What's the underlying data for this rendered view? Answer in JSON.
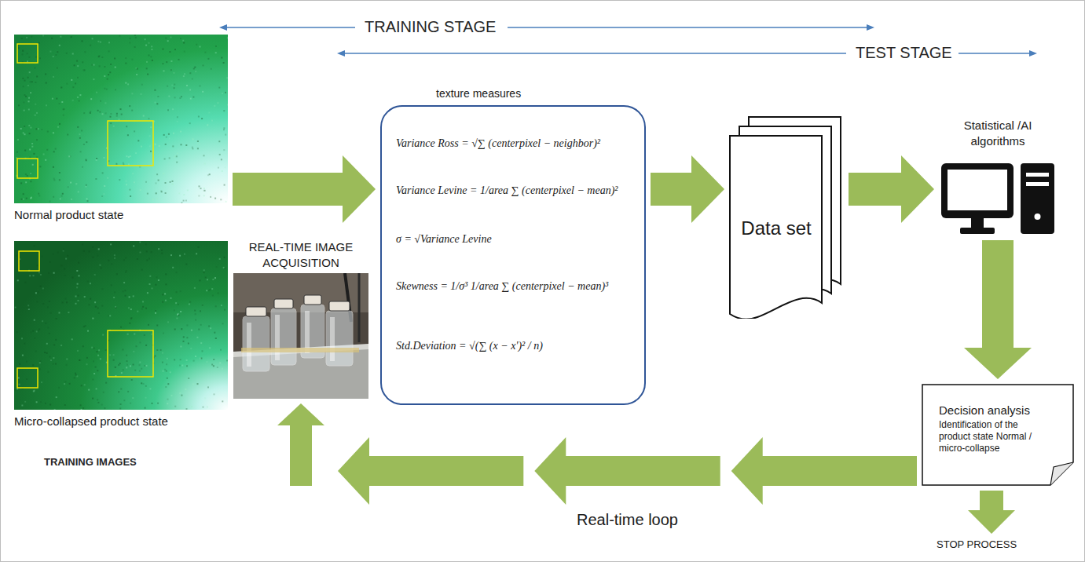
{
  "diagram": {
    "nodes": [
      {
        "text": [
          "Normal product state"
        ]
      },
      {
        "text": [
          "Micro-collapsed product state"
        ]
      },
      {
        "text": [
          "REAL-TIME IMAGE ACQUISITION"
        ]
      },
      {
        "text": [
          "texture measures",
          "Variance Ross = √∑ (centerpixel − neighbor)²",
          "Variance Levine = 1/area ∑ (centerpixel − mean)²",
          "σ = √Variance Levine",
          "Skewness = 1/σ³ 1/area ∑ (centerpixel − mean)³",
          "Std.Deviation = √(∑ (x − x')² / n)"
        ]
      },
      {
        "text": [
          "Data set"
        ]
      },
      {
        "text": [
          "Statistical /AI algorithms"
        ]
      },
      {
        "text": [
          "Decision analysis",
          "Identification of the product state Normal / micro-collapse"
        ]
      },
      {
        "text": [
          "STOP PROCESS"
        ]
      }
    ],
    "edges": [
      {
        "from": 0,
        "to": 3,
        "arrow": "to"
      },
      {
        "from": 3,
        "to": 4,
        "arrow": "to"
      },
      {
        "from": 4,
        "to": 5,
        "arrow": "to"
      },
      {
        "from": 5,
        "to": 6,
        "arrow": "to"
      },
      {
        "from": 6,
        "to": 7,
        "arrow": "to"
      },
      {
        "from": 6,
        "to": 2,
        "arrow": "to",
        "label": "Real-time loop"
      }
    ],
    "labels": [
      "TRAINING STAGE",
      "TEST STAGE",
      "TRAINING IMAGES"
    ]
  }
}
